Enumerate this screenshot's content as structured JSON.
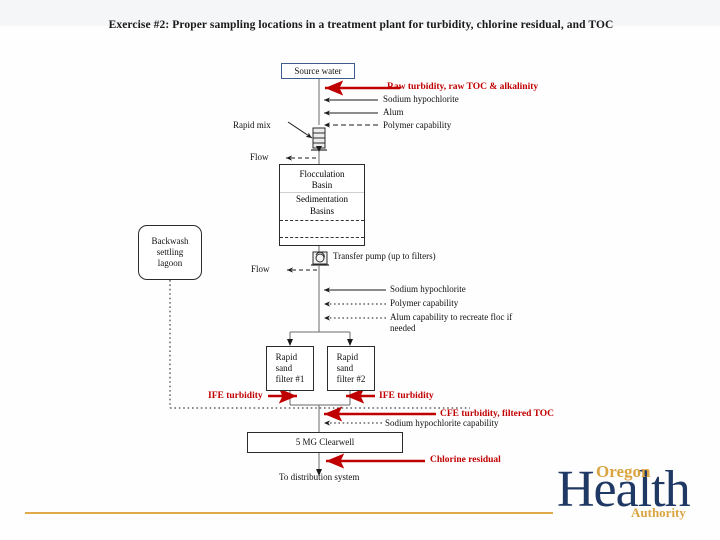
{
  "slide": {
    "title": "Exercise #2: Proper sampling locations in a treatment plant for turbidity, chlorine residual, and TOC",
    "accent_red": "#c00000",
    "accent_gold": "#d9a441",
    "accent_navy": "#1f3864",
    "box_border_blue": "#3f5d8c"
  },
  "nodes": {
    "source_water": "Source water",
    "rapid_mix": "Rapid mix",
    "flocculation_basin": "Flocculation\nBasin",
    "flocculation_basin_l1": "Flocculation",
    "flocculation_basin_l2": "Basin",
    "sedimentation_basins_l1": "Sedimentation",
    "sedimentation_basins_l2": "Basins",
    "backwash_lagoon": "Backwash settling lagoon",
    "backwash_lagoon_l1": "Backwash",
    "backwash_lagoon_l2": "settling",
    "backwash_lagoon_l3": "lagoon",
    "transfer_pump": "Transfer pump (up to filters)",
    "filter_1_l1": "Rapid",
    "filter_1_l2": "sand",
    "filter_1_l3": "filter #1",
    "filter_2_l1": "Rapid",
    "filter_2_l2": "sand",
    "filter_2_l3": "filter #2",
    "clearwell": "5 MG Clearwell",
    "to_distribution": "To distribution system"
  },
  "flow_labels": {
    "flow_1": "Flow",
    "flow_2": "Flow"
  },
  "chemical_feeds_top": [
    {
      "label": "Sodium hypochlorite",
      "style": "solid"
    },
    {
      "label": "Alum",
      "style": "solid"
    },
    {
      "label": "Polymer capability",
      "style": "dashed"
    }
  ],
  "chemical_feeds_mid": [
    {
      "label": "Sodium hypochlorite",
      "style": "solid"
    },
    {
      "label": "Polymer capability",
      "style": "dotted"
    },
    {
      "label": "Alum capability to recreate floc if needed",
      "style": "dotted"
    }
  ],
  "sampling_points": {
    "raw": "Raw turbidity, raw TOC & alkalinity",
    "ife_left": "IFE turbidity",
    "ife_right": "IFE turbidity",
    "cfe": "CFE turbidity, filtered TOC",
    "post_filter_chem": "Sodium hypochlorite capability",
    "chlorine_residual": "Chlorine residual"
  },
  "logo": {
    "word_oregon": "Oregon",
    "word_health": "Health",
    "word_authority": "Authority"
  }
}
